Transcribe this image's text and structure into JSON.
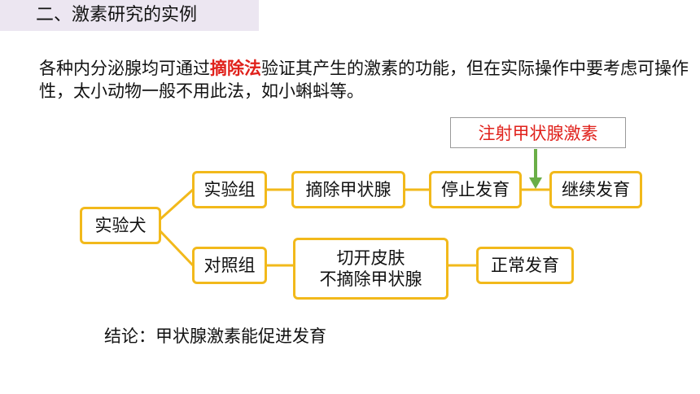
{
  "header": {
    "title": "二、激素研究的实例"
  },
  "intro": {
    "before": "各种内分泌腺均可通过",
    "highlight": "摘除法",
    "after": "验证其产生的激素的功能，但在实际操作中要考虑可操作性，太小动物一般不用此法，如小蝌蚪等。"
  },
  "diagram": {
    "root": "实验犬",
    "experimental_group": {
      "label": "实验组",
      "step1": "摘除甲状腺",
      "step2": "停止发育",
      "step3": "继续发育",
      "injection": "注射甲状腺激素"
    },
    "control_group": {
      "label": "对照组",
      "step1_line1": "切开皮肤",
      "step1_line2": "不摘除甲状腺",
      "step2": "正常发育"
    },
    "colors": {
      "box_border": "#f2b91b",
      "arrow": "#6aae47",
      "highlight": "#e0211b"
    }
  },
  "conclusion": "结论：甲状腺激素能促进发育"
}
